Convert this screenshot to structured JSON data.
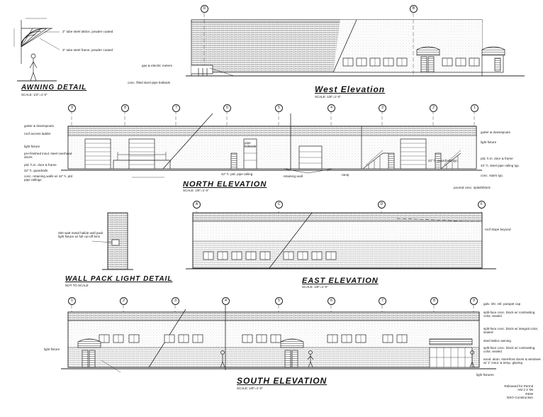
{
  "awning_detail": {
    "title": "AWNING DETAIL",
    "scale": "SCALE: 1/4\"=1'-0\"",
    "note_lattice": "2\" tube steel lattice, powder coated",
    "note_frame": "3\" tube steel frame, powder coated"
  },
  "west_elevation": {
    "title": "West Elevation",
    "scale": "SCALE: 1/8\"=1'-0\"",
    "grid_left": "D",
    "grid_right": "B",
    "note_gas": "gas & electric meters",
    "note_bollards": "conc. filled steel pipe bollards"
  },
  "north_elevation": {
    "title": "NORTH ELEVATION",
    "scale": "SCALE: 1/8\"=1'-0\"",
    "grid": [
      "9",
      "8",
      "7",
      "6",
      "5",
      "4",
      "3",
      "2",
      "1"
    ],
    "left_notes": [
      "gutter & downspouts",
      "roof access ladder",
      "",
      "light fixture",
      "pre-finished insul. steel overhead doors",
      "ptd. h.m. door & frame",
      "42\" h. guardrails",
      "conc. retaining walls w/ 42\" h. ptd pipe railings"
    ],
    "center_notes": [
      "pipe bollards",
      "42\" h. ptd. pipe railing",
      "retaining wall",
      "ramp"
    ],
    "right_notes": [
      "gutter & downspouts",
      "light fixture",
      "ptd. h.m. door & frame",
      "42\" h. steel pipe railing typ.",
      "conc. stairs typ.",
      "poured conc. splashblock"
    ],
    "mid_note": "42\" h. guardrails typ."
  },
  "east_elevation": {
    "title": "EAST ELEVATION",
    "scale": "SCALE: 1/8\"=1'-0\"",
    "grid": [
      "A",
      "C",
      "D",
      "F"
    ],
    "note_roof": "roof slope beyond"
  },
  "wall_pack_detail": {
    "title": "WALL PACK LIGHT DETAIL",
    "scale": "NOT TO SCALE",
    "note": "250 watt metal halide wall pack light fixture w/ full cut-off lens"
  },
  "south_elevation": {
    "title": "SOUTH ELEVATION",
    "scale": "SCALE: 1/8\"=1'-0\"",
    "grid": [
      "1",
      "2",
      "3",
      "4",
      "5",
      "6",
      "7",
      "8",
      "9"
    ],
    "right_notes": [
      "galv. sht. mtl. parapet cap",
      "split-face conc. block w/ contrasting color, sealed",
      "split-face conc. block w/ integral color, sealed",
      "steel lattice awning",
      "split-face conc. block w/ contrasting color, sealed",
      "anod. alum. storefront doors & windows w/ 1\" insul. & temp. glazing"
    ],
    "left_note": "light fixture",
    "bottom_note": "light fixtures"
  },
  "revision_stamp": {
    "line1": "Released for Permit",
    "line2": "AM 2 3 '06",
    "line3": "REW",
    "line4": "NSO Construction"
  }
}
